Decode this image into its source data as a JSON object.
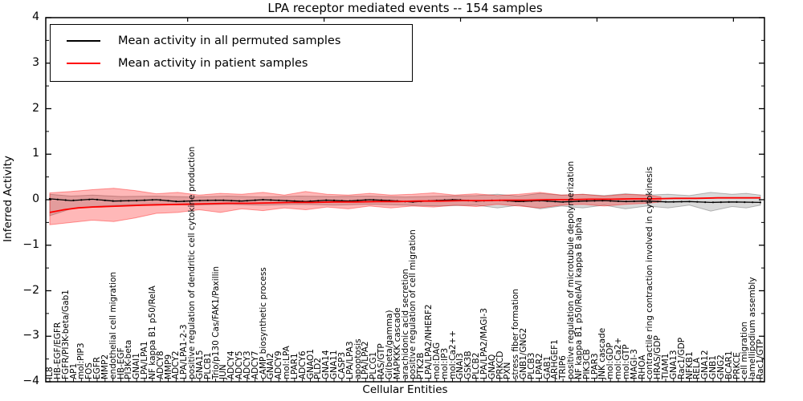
{
  "chart_data": {
    "type": "line",
    "title": "LPA receptor mediated events -- 154 samples",
    "xlabel": "Cellular Entities",
    "ylabel": "Inferred Activity",
    "ylim": [
      -4,
      4
    ],
    "yticks": [
      -4,
      -3,
      -2,
      -1,
      0,
      1,
      2,
      3,
      4
    ],
    "y_minor_step": 0.5,
    "grid": false,
    "legend_position": "upper left",
    "legend": [
      {
        "label": "Mean activity in all permuted samples",
        "color": "#000000"
      },
      {
        "label": "Mean activity in patient samples",
        "color": "#ff0000"
      }
    ],
    "categories": [
      "IL8",
      "HB-EGF/EGFR",
      "FGFR/PI3K-beta/Gab1",
      "AP1",
      "mol:PIP3",
      "FOS",
      "EGFR",
      "MMP2",
      "endothelial cell migration",
      "HB-EGF",
      "PI3K-beta",
      "GNAI1",
      "LPA/LPA1",
      "NF kappa B1 p50/RelA",
      "ADCY8",
      "MMP9",
      "ADCY2",
      "LPA/LPA1-2-3",
      "positive regulation of dendritic cell cytokine production",
      "GNA15",
      "PLCB1",
      "Trio/p130 Cas/FAK1/Paxillin",
      "JUN",
      "ADCY4",
      "ADCY5",
      "ADCY3",
      "ADCY7",
      "cAMP biosynthetic process",
      "GNAI2",
      "ADCY9",
      "mol:LPA",
      "LPAR1",
      "ADCY6",
      "GNAO1",
      "PLD2",
      "GNA14",
      "GNA11",
      "CASP3",
      "LPA/LPA3",
      "apoptosis",
      "LPA/LPA2",
      "PLCG1",
      "RAS/GTP",
      "Gi(beta/gamma)",
      "MAPKKK cascade",
      "arachidonic acid secretion",
      "positive regulation of cell migration",
      "PTK2B",
      "LPA/LPA2/NHERF2",
      "mol:DAG",
      "mol:IP3",
      "mol:Ca2++",
      "GNAI3",
      "GSK3B",
      "PLCB2",
      "LPA/LPA2/MAGI-3",
      "GNAQ",
      "PRKCD",
      "PXN",
      "stress fiber formation",
      "GNB1/GNG2",
      "PLCB3",
      "LPAR2",
      "GAB1",
      "ARHGEF1",
      "TRIP6",
      "positive regulation of microtubule depolymerization",
      "NF kappa B1 p50/RelA/I kappa B alpha",
      "PIK3CB",
      "LPAR3",
      "JNK cascade",
      "mol:GDP",
      "mol:Ca2+",
      "mol:GTP",
      "MAGI-3",
      "RHOA",
      "contractile ring contraction involved in cytokinesis",
      "HRAS/GDP",
      "TIAM1",
      "GNA13",
      "Rac1/GDP",
      "NFKB1",
      "RELA",
      "GNA12",
      "GNB1",
      "GNG2",
      "BCAR1",
      "PRKCE",
      "cell migration",
      "lamellipodium assembly",
      "Rac1/GTP"
    ],
    "series": [
      {
        "name": "Mean activity in all permuted samples",
        "color": "#000000",
        "marker": "dot",
        "x_frac": [
          0,
          0.03,
          0.06,
          0.09,
          0.12,
          0.15,
          0.18,
          0.21,
          0.24,
          0.27,
          0.3,
          0.33,
          0.36,
          0.39,
          0.42,
          0.45,
          0.48,
          0.51,
          0.54,
          0.57,
          0.6,
          0.63,
          0.66,
          0.69,
          0.72,
          0.75,
          0.78,
          0.81,
          0.84,
          0.87,
          0.9,
          0.93,
          0.96,
          1.0
        ],
        "values": [
          0.02,
          -0.02,
          0.01,
          -0.03,
          -0.02,
          0.0,
          -0.04,
          -0.02,
          -0.01,
          -0.03,
          0.0,
          -0.02,
          -0.04,
          -0.01,
          -0.03,
          0.0,
          -0.02,
          -0.05,
          -0.02,
          0.0,
          -0.03,
          -0.01,
          -0.04,
          -0.02,
          -0.05,
          -0.03,
          -0.02,
          -0.04,
          -0.03,
          -0.05,
          -0.04,
          -0.06,
          -0.05,
          -0.06
        ]
      },
      {
        "name": "Mean activity in patient samples",
        "color": "#ff0000",
        "marker": "none",
        "x_frac": [
          0,
          0.02,
          0.04,
          0.06,
          0.08,
          0.1,
          0.13,
          0.16,
          0.19,
          0.22,
          0.25,
          0.28,
          0.31,
          0.34,
          0.37,
          0.4,
          0.43,
          0.46,
          0.49,
          0.52,
          0.55,
          0.58,
          0.61,
          0.64,
          0.67,
          0.7,
          0.73,
          0.76,
          0.79,
          0.82,
          0.85,
          0.88,
          0.91,
          0.94,
          1.0
        ],
        "values": [
          -0.28,
          -0.22,
          -0.18,
          -0.16,
          -0.15,
          -0.14,
          -0.12,
          -0.11,
          -0.1,
          -0.09,
          -0.08,
          -0.08,
          -0.07,
          -0.06,
          -0.06,
          -0.05,
          -0.05,
          -0.04,
          -0.04,
          -0.03,
          -0.03,
          -0.02,
          -0.02,
          -0.01,
          -0.01,
          0.0,
          0.0,
          0.01,
          0.01,
          0.02,
          0.02,
          0.03,
          0.03,
          0.04,
          0.04
        ]
      }
    ],
    "bands": [
      {
        "name": "permuted-samples-range",
        "fill": "#000000",
        "opacity": 0.15,
        "x_frac": [
          0,
          0.03,
          0.06,
          0.1,
          0.15,
          0.2,
          0.25,
          0.3,
          0.35,
          0.4,
          0.45,
          0.5,
          0.55,
          0.6,
          0.63,
          0.66,
          0.69,
          0.72,
          0.75,
          0.78,
          0.81,
          0.84,
          0.87,
          0.9,
          0.93,
          0.96,
          0.98,
          1.0
        ],
        "upper": [
          0.12,
          0.08,
          0.1,
          0.07,
          0.08,
          0.06,
          0.08,
          0.06,
          0.08,
          0.07,
          0.08,
          0.06,
          0.08,
          0.09,
          0.12,
          0.08,
          0.14,
          0.1,
          0.12,
          0.09,
          0.13,
          0.1,
          0.12,
          0.09,
          0.16,
          0.12,
          0.14,
          0.1
        ],
        "lower": [
          -0.35,
          -0.2,
          -0.15,
          -0.12,
          -0.1,
          -0.12,
          -0.1,
          -0.12,
          -0.1,
          -0.12,
          -0.1,
          -0.12,
          -0.14,
          -0.12,
          -0.18,
          -0.12,
          -0.2,
          -0.14,
          -0.18,
          -0.12,
          -0.2,
          -0.14,
          -0.18,
          -0.12,
          -0.25,
          -0.15,
          -0.18,
          -0.12
        ]
      },
      {
        "name": "patient-samples-range",
        "fill": "#ff0000",
        "opacity": 0.28,
        "x_frac": [
          0,
          0.03,
          0.06,
          0.09,
          0.12,
          0.15,
          0.18,
          0.21,
          0.24,
          0.27,
          0.3,
          0.33,
          0.36,
          0.39,
          0.42,
          0.45,
          0.48,
          0.51,
          0.54,
          0.57,
          0.6,
          0.63,
          0.66,
          0.69,
          0.72,
          0.75,
          0.78,
          0.81,
          0.84,
          0.86
        ],
        "upper": [
          0.15,
          0.18,
          0.22,
          0.25,
          0.2,
          0.13,
          0.16,
          0.1,
          0.14,
          0.12,
          0.16,
          0.1,
          0.18,
          0.12,
          0.1,
          0.14,
          0.1,
          0.12,
          0.15,
          0.1,
          0.13,
          0.09,
          0.12,
          0.16,
          0.1,
          0.12,
          0.08,
          0.12,
          0.1,
          0.06
        ],
        "lower": [
          -0.55,
          -0.5,
          -0.45,
          -0.48,
          -0.4,
          -0.3,
          -0.28,
          -0.22,
          -0.28,
          -0.2,
          -0.24,
          -0.18,
          -0.22,
          -0.16,
          -0.2,
          -0.14,
          -0.18,
          -0.14,
          -0.16,
          -0.12,
          -0.15,
          -0.1,
          -0.14,
          -0.18,
          -0.12,
          -0.1,
          -0.14,
          -0.1,
          -0.08,
          -0.05
        ]
      }
    ]
  }
}
